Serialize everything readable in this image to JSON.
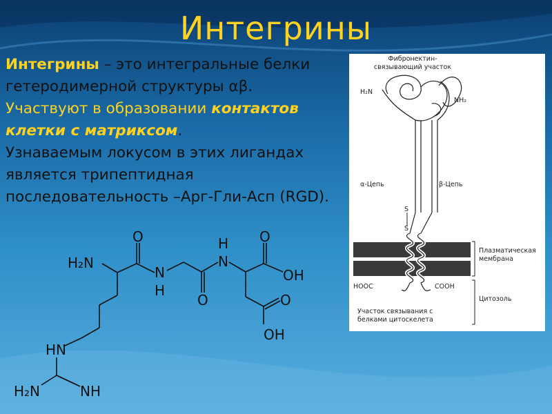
{
  "slide": {
    "title": "Интегрины",
    "colors": {
      "title": "#ffd21f",
      "accent": "#ffd21f",
      "text": "#111111",
      "background": "#1a6aa6"
    }
  },
  "body": {
    "p1_bold": "Интегрины",
    "p1_rest": " – это интегральные белки гетеродимерной структуры αβ.",
    "p2_start": "Участвуют в образовании ",
    "p2_emph": "контактов клетки с матриксом",
    "p2_end": ".",
    "p3": "Узнаваемым локусом в этих лигандах является трипептидная последовательность –Арг-Гли-Асп (RGD)."
  },
  "molecule": {
    "name": "Arg-Gly-Asp structural formula",
    "labels": {
      "h2n_top": "H₂N",
      "o1": "O",
      "n1": "N",
      "h1": "H",
      "o2": "O",
      "h2": "H",
      "n2": "N",
      "o3": "O",
      "oh1": "OH",
      "o4": "O",
      "oh2": "OH",
      "hn": "HN",
      "h2n_bottom": "H₂N",
      "nh": "NH"
    }
  },
  "diagram": {
    "title_line1": "Фибронектин-",
    "title_line2": "связывающий участок",
    "h2n": "H₂N",
    "nh2": "NH₂",
    "alpha": "α-Цепь",
    "beta": "β-Цепь",
    "s1": "S",
    "s2": "S",
    "membrane_line1": "Плазматическая",
    "membrane_line2": "мембрана",
    "hooc": "HOOC",
    "cooh": "COOH",
    "cytosol": "Цитозоль",
    "binding_line1": "Участок связывания с",
    "binding_line2": "белками цитоскелета"
  }
}
